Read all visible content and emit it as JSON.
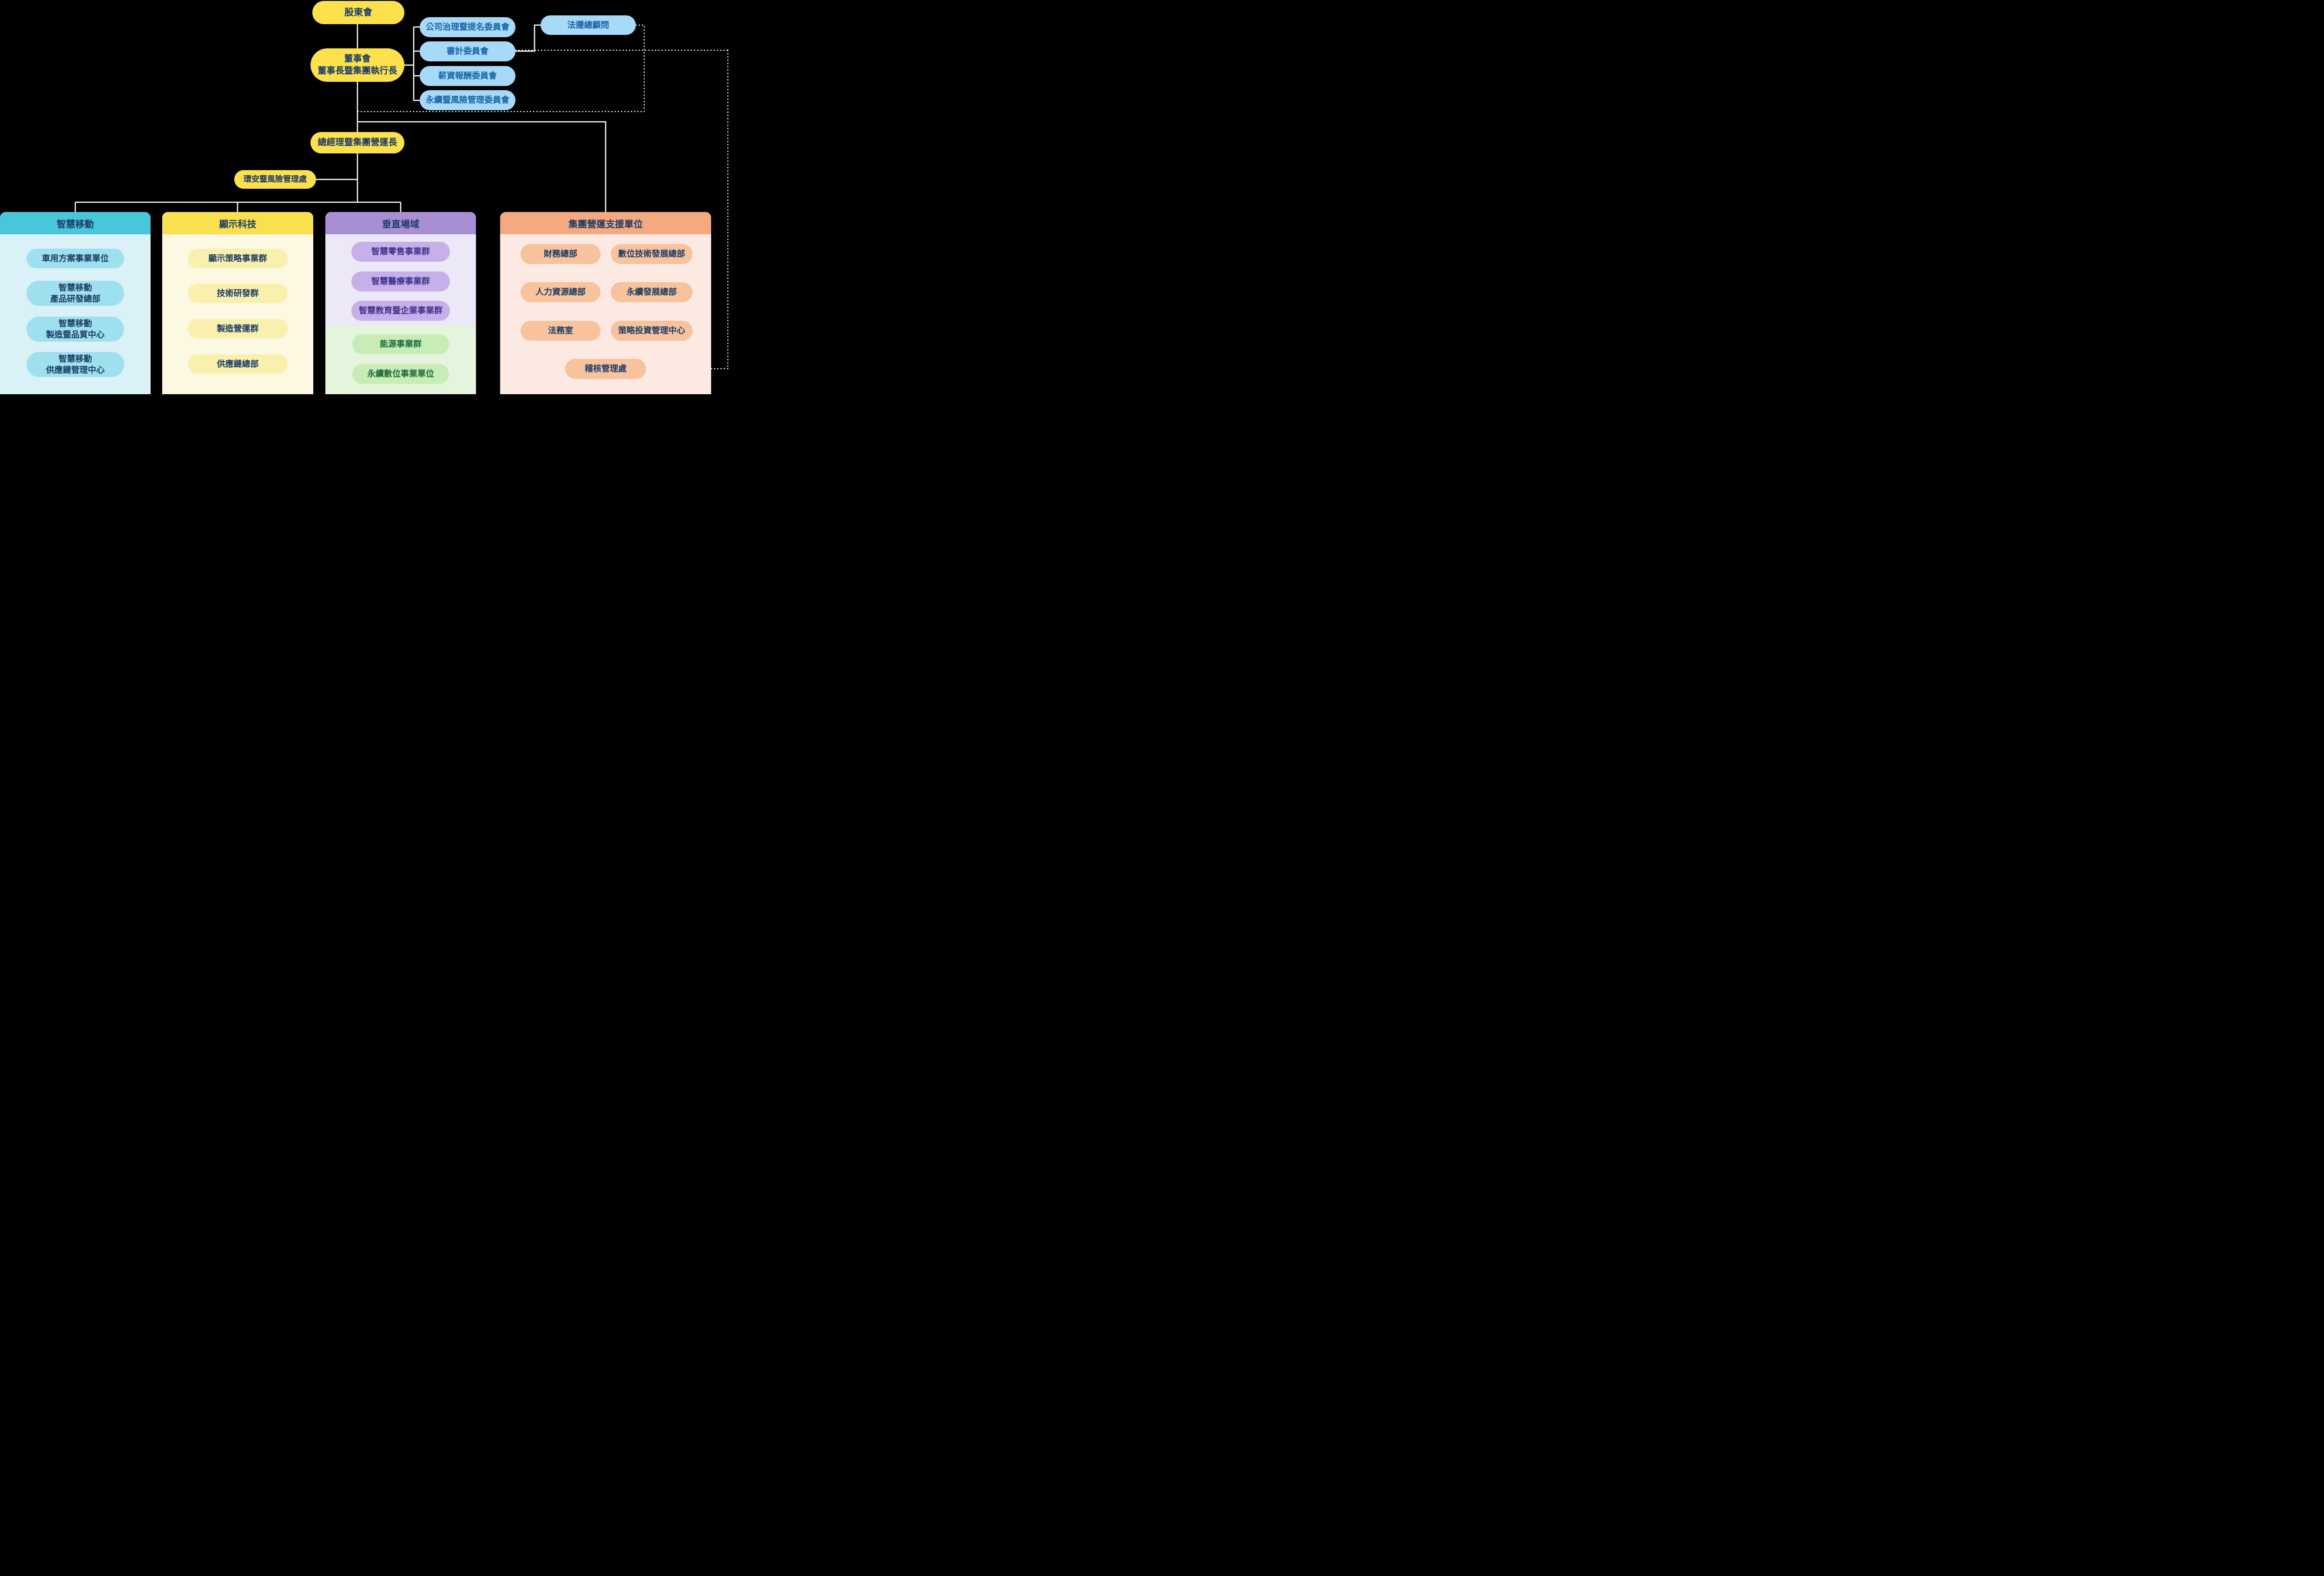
{
  "colors": {
    "background": "#000000",
    "connector_line": "#FFFFFF",
    "yellow_node": "#FCE14D",
    "navy_text": "#1B3B66",
    "blue_node": "#A6DAF8",
    "blue_text": "#1A63A8",
    "cyan_header": "#4AC6DB",
    "cyan_body": "#D9F1F7",
    "cyan_item": "#9FE0EE",
    "yellow_header": "#F8E04E",
    "yellow_body": "#FCF8E2",
    "yellow_item": "#FAF0AE",
    "purple_header": "#A88FD3",
    "purple_body": "#EDE8F7",
    "purple_item": "#C7B0E9",
    "purple_text": "#40308C",
    "green_body": "#E5F4DC",
    "green_item": "#C7ECB5",
    "green_text": "#1E6B3D",
    "orange_header": "#F5A981",
    "orange_body": "#FBE9E2",
    "orange_item": "#F8C29C"
  },
  "org": {
    "shareholders": "股東會",
    "board": "董事會\n董事長暨集團執行長",
    "committees": [
      "公司治理暨提名委員會",
      "審計委員會",
      "薪資報酬委員會",
      "永續暨風險管理委員會"
    ],
    "compliance_advisor": "法遵總顧問",
    "president": "總經理暨集團營運長",
    "esh_risk_office": "環安暨風險管理處",
    "groups": [
      {
        "title": "智慧移動",
        "items": [
          "車用方案事業單位",
          "智慧移動\n產品研發總部",
          "智慧移動\n製造暨品質中心",
          "智慧移動\n供應鏈管理中心"
        ]
      },
      {
        "title": "顯示科技",
        "items": [
          "顯示策略事業群",
          "技術研發群",
          "製造營運群",
          "供應鏈總部"
        ]
      },
      {
        "title": "垂直場域",
        "items_purple": [
          "智慧零售事業群",
          "智慧醫療事業群",
          "智慧教育暨企業事業群"
        ],
        "items_green": [
          "能源事業群",
          "永續數位事業單位"
        ]
      },
      {
        "title": "集團營運支援單位",
        "items": [
          "財務總部",
          "數位技術發展總部",
          "人力資源總部",
          "永續發展總部",
          "法務室",
          "策略投資管理中心"
        ],
        "bottom_item": "稽核管理處"
      }
    ]
  }
}
